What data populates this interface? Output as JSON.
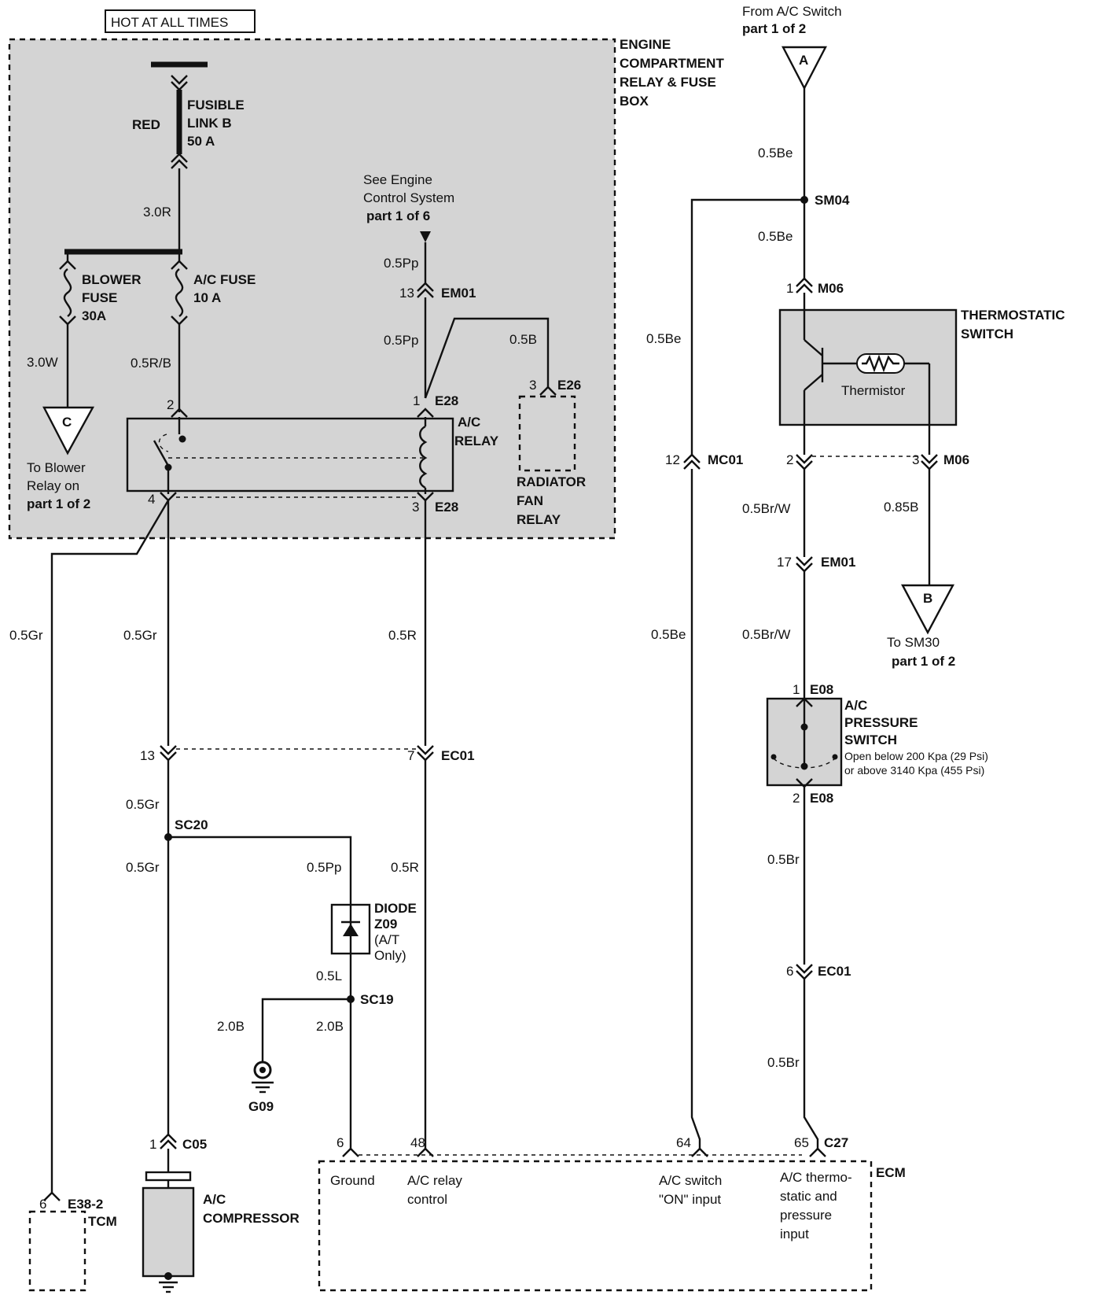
{
  "header": {
    "hot_label": "HOT AT ALL TIMES"
  },
  "engine_box": {
    "title_lines": [
      "ENGINE",
      "COMPARTMENT",
      "RELAY & FUSE",
      "BOX"
    ]
  },
  "fusible_link": {
    "color": "RED",
    "name_lines": [
      "FUSIBLE",
      "LINK B",
      "50 A"
    ]
  },
  "blower_fuse": {
    "lines": [
      "BLOWER",
      "FUSE",
      "30A"
    ]
  },
  "ac_fuse": {
    "lines": [
      "A/C FUSE",
      "10 A"
    ]
  },
  "connector_c": {
    "letter": "C",
    "lines": [
      "To Blower",
      "Relay on",
      "part 1 of 2"
    ]
  },
  "engine_control_note": {
    "lines": [
      "See Engine",
      "Control System",
      "part 1 of 6"
    ]
  },
  "ac_relay": {
    "lines": [
      "A/C",
      "RELAY"
    ]
  },
  "radiator_fan_relay": {
    "lines": [
      "RADIATOR",
      "FAN",
      "RELAY"
    ]
  },
  "wires": {
    "w_3_0r": "3.0R",
    "w_3_0w": "3.0W",
    "w_0_5rb": "0.5R/B",
    "w_0_5pp_a": "0.5Pp",
    "w_0_5pp_b": "0.5Pp",
    "w_0_5b": "0.5B",
    "w_0_5gr_a": "0.5Gr",
    "w_0_5gr_b": "0.5Gr",
    "w_0_5r_a": "0.5R",
    "w_0_5gr_c": "0.5Gr",
    "w_0_5gr_d": "0.5Gr",
    "w_0_5pp_c": "0.5Pp",
    "w_0_5r_b": "0.5R",
    "w_0_5l": "0.5L",
    "w_2_0b_a": "2.0B",
    "w_2_0b_b": "2.0B",
    "w_0_5be_a": "0.5Be",
    "w_0_5be_b": "0.5Be",
    "w_0_5be_c": "0.5Be",
    "w_0_5be_d": "0.5Be",
    "w_0_5brw_a": "0.5Br/W",
    "w_0_5brw_b": "0.5Br/W",
    "w_0_85b": "0.85B",
    "w_0_5br_a": "0.5Br",
    "w_0_5br_b": "0.5Br"
  },
  "pins": {
    "p2": "2",
    "p1": "1",
    "p4": "4",
    "p3": "3",
    "p3_e26": "3",
    "p13_em01": "13",
    "p13_ec01": "13",
    "p7": "7",
    "p1_c05": "1",
    "p6_e38": "6",
    "p6_ecm": "6",
    "p48": "48",
    "p64": "64",
    "p65": "65",
    "p1_m06": "1",
    "p2_m06": "2",
    "p3_m06": "3",
    "p12": "12",
    "p17": "17",
    "p1_e08": "1",
    "p2_e08": "2",
    "p6_ec01": "6"
  },
  "connectors": {
    "em01_a": "EM01",
    "e28_a": "E28",
    "e28_b": "E28",
    "e26": "E26",
    "ec01_a": "EC01",
    "sc20": "SC20",
    "sc19": "SC19",
    "c05": "C05",
    "e38_2": "E38-2",
    "sm04": "SM04",
    "m06_a": "M06",
    "m06_b": "M06",
    "mc01": "MC01",
    "em01_b": "EM01",
    "e08_a": "E08",
    "e08_b": "E08",
    "ec01_b": "EC01",
    "c27": "C27"
  },
  "diode": {
    "lines": [
      "DIODE",
      "Z09"
    ],
    "note": [
      "(A/T",
      "Only)"
    ]
  },
  "ground": "G09",
  "compressor": {
    "lines": [
      "A/C",
      "COMPRESSOR"
    ]
  },
  "tcm": "TCM",
  "ecm": {
    "title": "ECM",
    "ground": "Ground",
    "relay_control": [
      "A/C relay",
      "control"
    ],
    "switch_input": [
      "A/C  switch",
      "\"ON\" input"
    ],
    "thermo_input": [
      "A/C thermo-",
      "static and",
      "pressure",
      "input"
    ]
  },
  "connector_a": {
    "letter": "A",
    "from_lines": [
      "From A/C Switch",
      "part 1 of 2"
    ]
  },
  "thermostatic_switch": {
    "lines": [
      "THERMOSTATIC",
      "SWITCH"
    ],
    "thermistor": "Thermistor"
  },
  "connector_b": {
    "letter": "B",
    "lines": [
      "To SM30",
      "part 1 of 2"
    ]
  },
  "pressure_switch": {
    "lines": [
      "A/C",
      "PRESSURE",
      "SWITCH"
    ],
    "notes": [
      "Open below 200 Kpa (29 Psi)",
      "or above 3140 Kpa (455 Psi)"
    ]
  }
}
